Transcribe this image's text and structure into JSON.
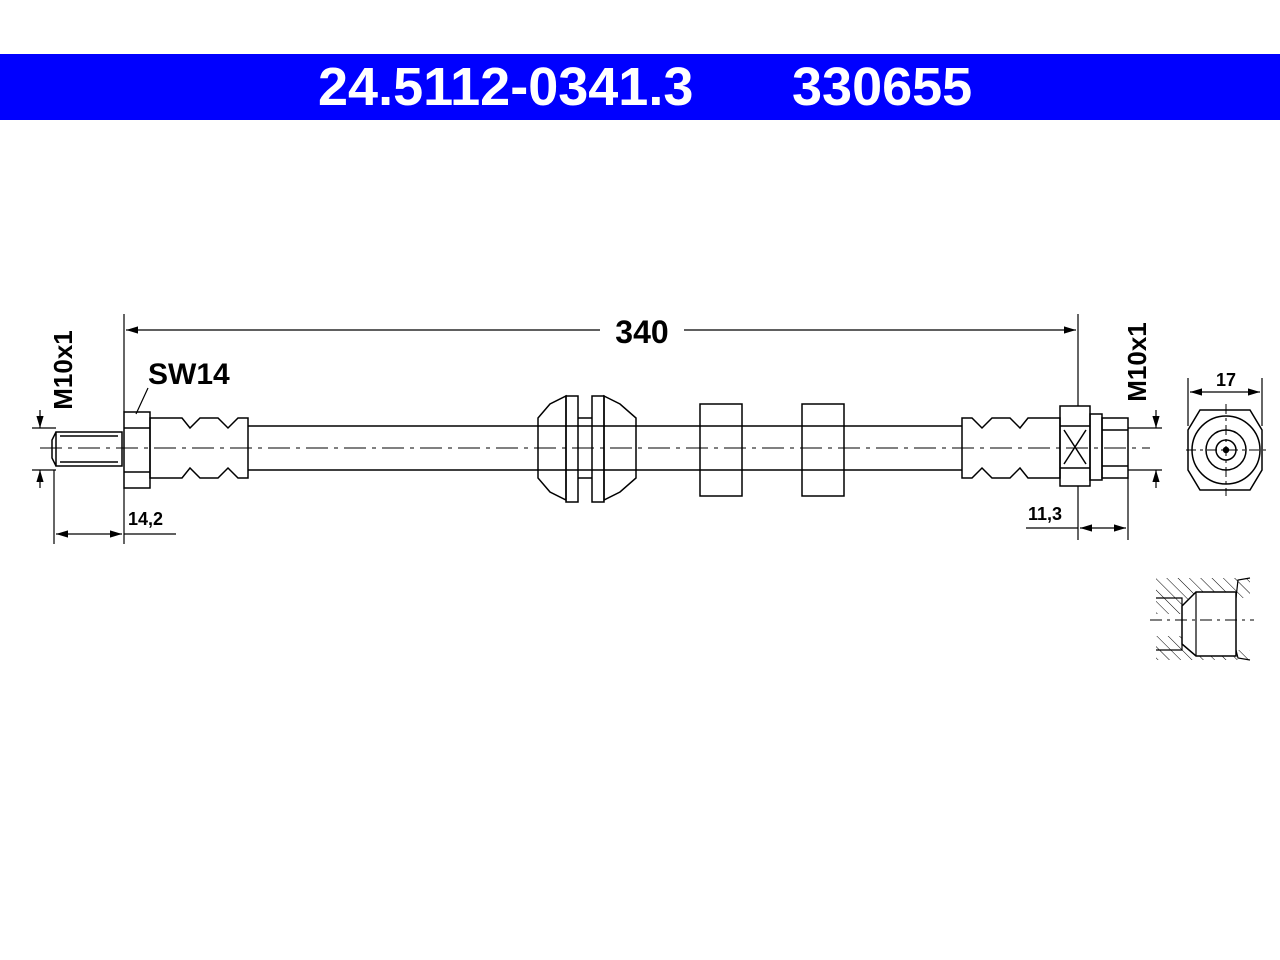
{
  "header": {
    "part_number": "24.5112-0341.3",
    "reference_number": "330655",
    "background_color": "#0000ff",
    "text_color": "#ffffff"
  },
  "dimensions": {
    "overall_length": "340",
    "left_thread": "M10x1",
    "right_thread": "M10x1",
    "wrench_size": "SW14",
    "left_thread_length": "14,2",
    "right_thread_length": "11,3",
    "nut_width": "17"
  }
}
